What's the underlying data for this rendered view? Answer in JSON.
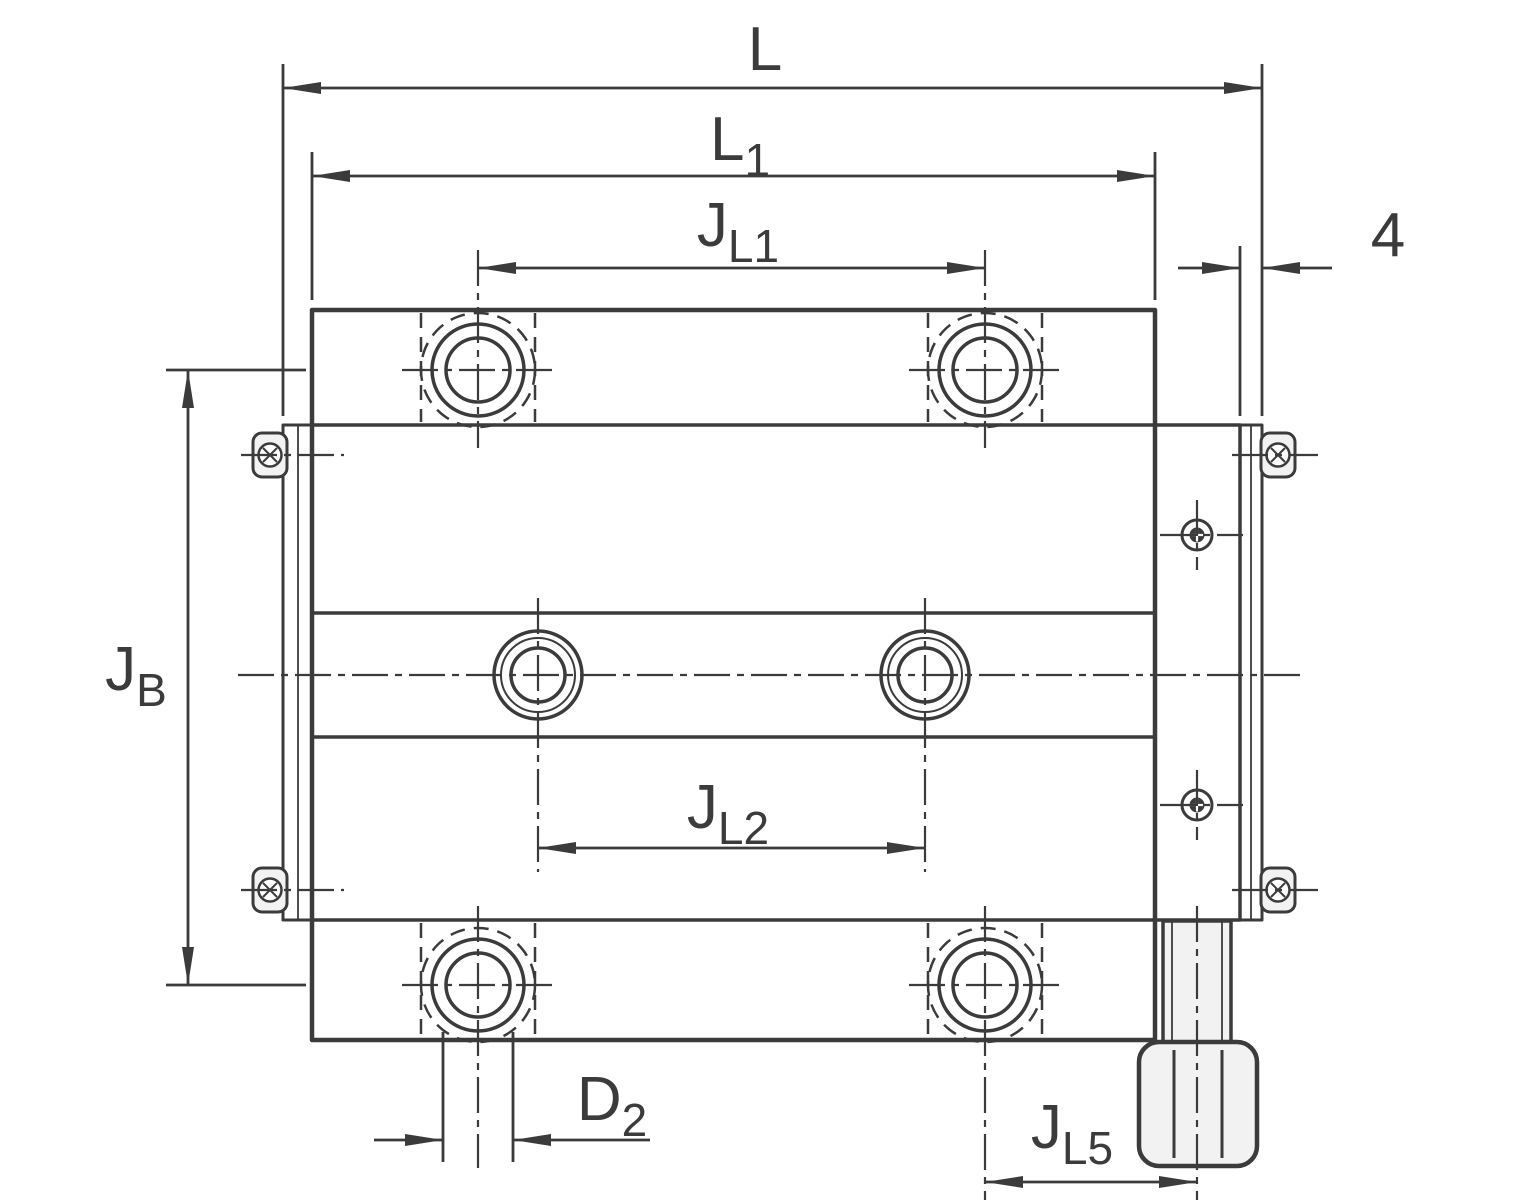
{
  "drawing": {
    "dimensions": {
      "L": {
        "main": "L"
      },
      "L1": {
        "main": "L",
        "sub": "1"
      },
      "JL1": {
        "main": "J",
        "sub": "L1"
      },
      "offset4": {
        "main": "4"
      },
      "JB": {
        "main": "J",
        "sub": "B"
      },
      "JL2": {
        "main": "J",
        "sub": "L2"
      },
      "D2": {
        "main": "D",
        "sub": "2"
      },
      "JL5": {
        "main": "J",
        "sub": "L5"
      }
    },
    "colors": {
      "body": "#b4dad7",
      "end_seal": "#b6c8c6",
      "metal": "#f2f2f2",
      "line": "#3b3b3b",
      "background": "#ffffff"
    }
  }
}
